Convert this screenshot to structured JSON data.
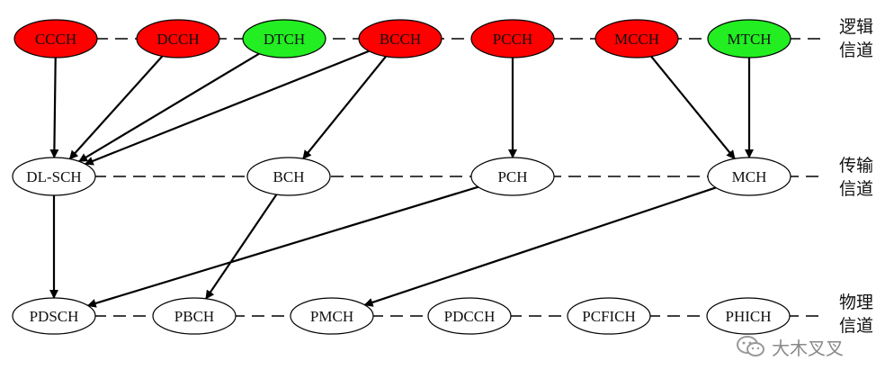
{
  "colors": {
    "red": "#ff0000",
    "green": "#22ee22",
    "white": "#ffffff",
    "stroke": "#000000"
  },
  "layers": [
    {
      "id": "logical",
      "label_line1": "逻辑",
      "label_line2": "信道",
      "nodes": [
        {
          "id": "CCCH",
          "label": "CCCH",
          "fill": "red"
        },
        {
          "id": "DCCH",
          "label": "DCCH",
          "fill": "red"
        },
        {
          "id": "DTCH",
          "label": "DTCH",
          "fill": "green"
        },
        {
          "id": "BCCH",
          "label": "BCCH",
          "fill": "red"
        },
        {
          "id": "PCCH",
          "label": "PCCH",
          "fill": "red"
        },
        {
          "id": "MCCH",
          "label": "MCCH",
          "fill": "red"
        },
        {
          "id": "MTCH",
          "label": "MTCH",
          "fill": "green"
        }
      ]
    },
    {
      "id": "transport",
      "label_line1": "传输",
      "label_line2": "信道",
      "nodes": [
        {
          "id": "DL-SCH",
          "label": "DL-SCH",
          "fill": "white"
        },
        {
          "id": "BCH",
          "label": "BCH",
          "fill": "white"
        },
        {
          "id": "PCH",
          "label": "PCH",
          "fill": "white"
        },
        {
          "id": "MCH",
          "label": "MCH",
          "fill": "white"
        }
      ]
    },
    {
      "id": "physical",
      "label_line1": "物理",
      "label_line2": "信道",
      "nodes": [
        {
          "id": "PDSCH",
          "label": "PDSCH",
          "fill": "white"
        },
        {
          "id": "PBCH",
          "label": "PBCH",
          "fill": "white"
        },
        {
          "id": "PMCH",
          "label": "PMCH",
          "fill": "white"
        },
        {
          "id": "PDCCH",
          "label": "PDCCH",
          "fill": "white"
        },
        {
          "id": "PCFICH",
          "label": "PCFICH",
          "fill": "white"
        },
        {
          "id": "PHICH",
          "label": "PHICH",
          "fill": "white"
        }
      ]
    }
  ],
  "edges": [
    [
      "CCCH",
      "DL-SCH"
    ],
    [
      "DCCH",
      "DL-SCH"
    ],
    [
      "DTCH",
      "DL-SCH"
    ],
    [
      "BCCH",
      "DL-SCH"
    ],
    [
      "BCCH",
      "BCH"
    ],
    [
      "PCCH",
      "PCH"
    ],
    [
      "MCCH",
      "MCH"
    ],
    [
      "MTCH",
      "MCH"
    ],
    [
      "DL-SCH",
      "PDSCH"
    ],
    [
      "PCH",
      "PDSCH"
    ],
    [
      "BCH",
      "PBCH"
    ],
    [
      "MCH",
      "PMCH"
    ]
  ],
  "watermark": {
    "text": "大木叉叉",
    "icon": "wechat-icon"
  }
}
